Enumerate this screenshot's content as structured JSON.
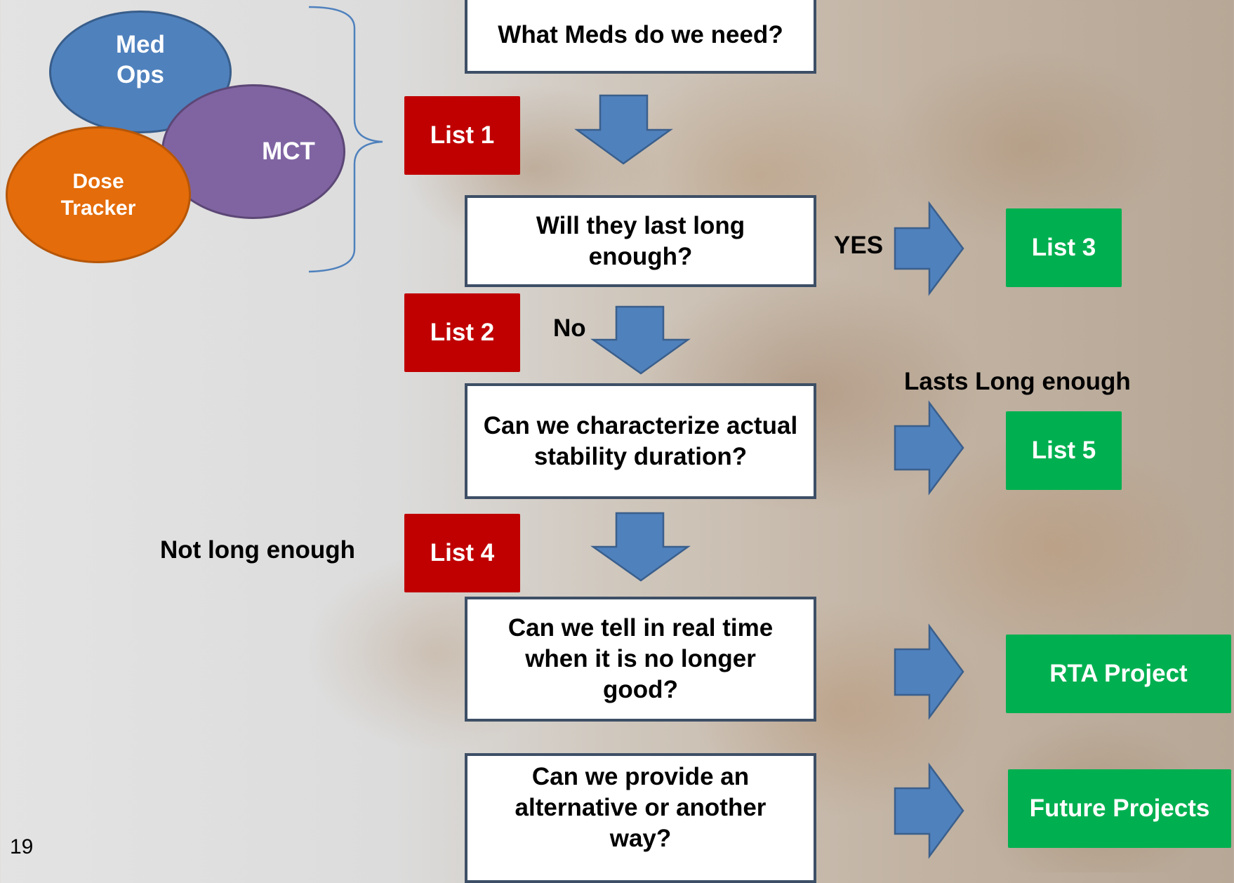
{
  "ellipses": {
    "med_ops": "Med\nOps",
    "mct": "MCT",
    "dose_tracker": "Dose\nTracker"
  },
  "questions": {
    "q1": "What Meds do we need?",
    "q2": "Will they last long enough?",
    "q3": "Can we characterize actual stability duration?",
    "q4": "Can we tell in real time when it is no longer good?",
    "q5": "Can we provide an alternative or another way?"
  },
  "lists": {
    "list1": "List 1",
    "list2": "List 2",
    "list3": "List 3",
    "list4": "List 4",
    "list5": "List 5"
  },
  "outcomes": {
    "rta": "RTA Project",
    "future": "Future Projects"
  },
  "labels": {
    "yes": "YES",
    "no": "No",
    "lasts_long_enough": "Lasts Long enough",
    "not_long_enough": "Not long enough"
  },
  "page_number": "19",
  "colors": {
    "blue": "#4f81bd",
    "purple": "#8064a2",
    "orange": "#e46c0a",
    "red": "#c00000",
    "green": "#00b050",
    "arrow": "#4f81bd"
  }
}
